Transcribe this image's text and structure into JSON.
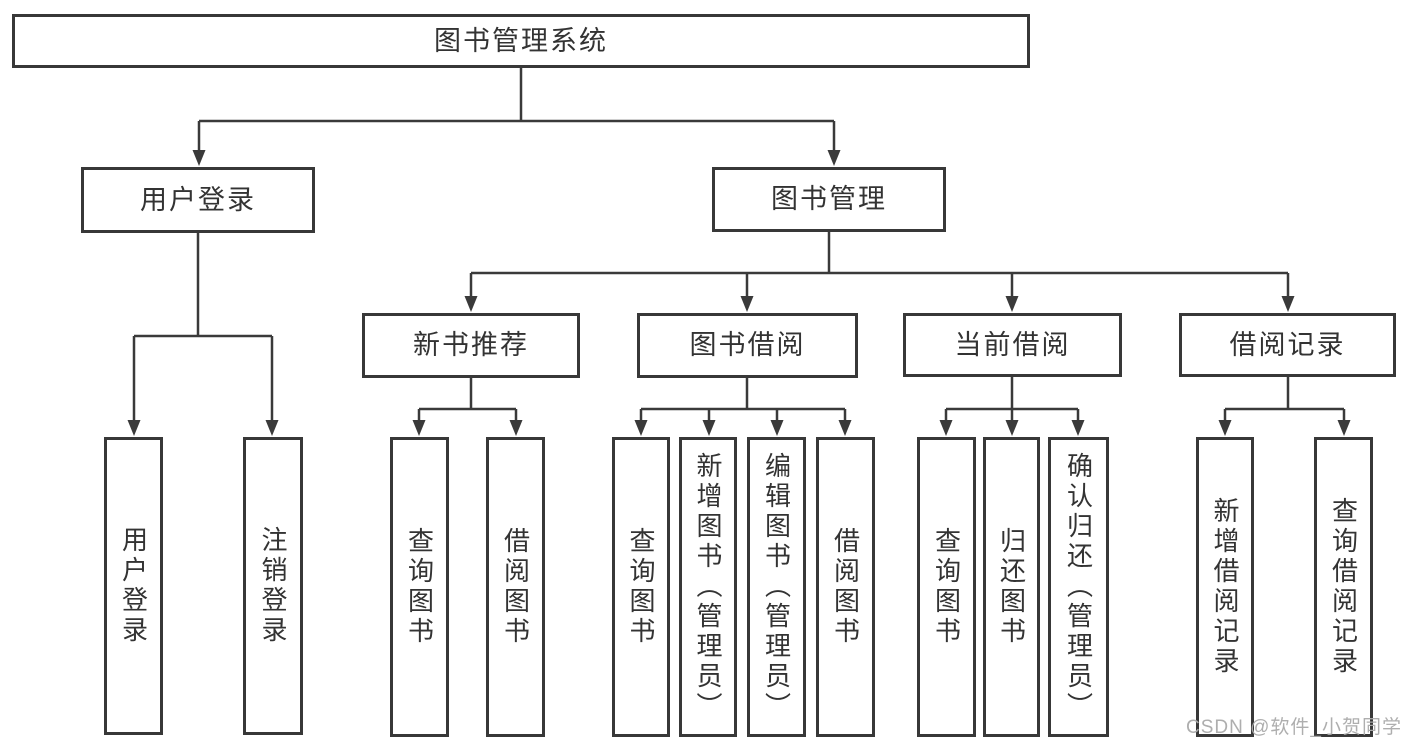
{
  "diagram": {
    "watermark": "CSDN @软件_小贺同学",
    "colors": {
      "line": "#3a3a3a",
      "border": "#383838",
      "text": "#333333",
      "watermark": "#aaaaaa",
      "background": "#ffffff"
    },
    "tree": {
      "label": "图书管理系统",
      "children": [
        {
          "label": "用户登录",
          "children": [
            {
              "label": "用户登录"
            },
            {
              "label": "注销登录"
            }
          ]
        },
        {
          "label": "图书管理",
          "children": [
            {
              "label": "新书推荐",
              "children": [
                {
                  "label": "查询图书"
                },
                {
                  "label": "借阅图书"
                }
              ]
            },
            {
              "label": "图书借阅",
              "children": [
                {
                  "label": "查询图书"
                },
                {
                  "label": "新增图书（管理员）"
                },
                {
                  "label": "编辑图书（管理员）"
                },
                {
                  "label": "借阅图书"
                }
              ]
            },
            {
              "label": "当前借阅",
              "children": [
                {
                  "label": "查询图书"
                },
                {
                  "label": "归还图书"
                },
                {
                  "label": "确认归还（管理员）"
                }
              ]
            },
            {
              "label": "借阅记录",
              "children": [
                {
                  "label": "新增借阅记录"
                },
                {
                  "label": "查询借阅记录"
                }
              ]
            }
          ]
        }
      ]
    }
  }
}
